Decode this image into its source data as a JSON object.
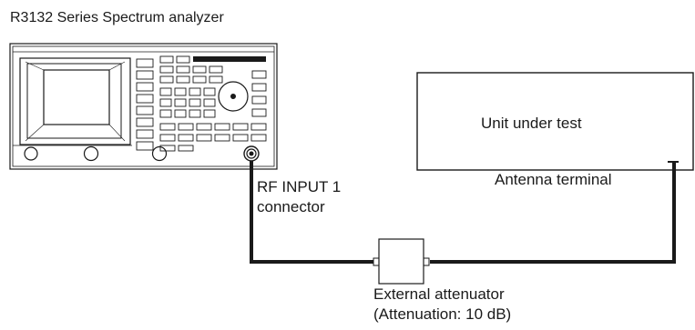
{
  "diagram": {
    "analyzer": {
      "title": "R3132 Series Spectrum analyzer",
      "port_label_line1": "RF INPUT 1",
      "port_label_line2": "connector"
    },
    "unit_under_test": {
      "label": "Unit under test",
      "terminal_label": "Antenna terminal"
    },
    "attenuator": {
      "label_line1": "External attenuator",
      "label_line2": "(Attenuation: 10 dB)"
    }
  }
}
